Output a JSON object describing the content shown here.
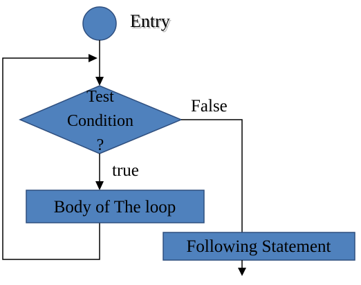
{
  "diagram": {
    "entry_label": "Entry",
    "decision_lines": [
      "Test",
      "Condition",
      "?"
    ],
    "false_label": "False",
    "true_label": "true",
    "body_label": "Body of The loop",
    "following_label": "Following Statement"
  },
  "colors": {
    "shape_fill": "#4f81bd",
    "shape_border": "#2f4f7f",
    "line": "#000000",
    "text": "#000000"
  }
}
